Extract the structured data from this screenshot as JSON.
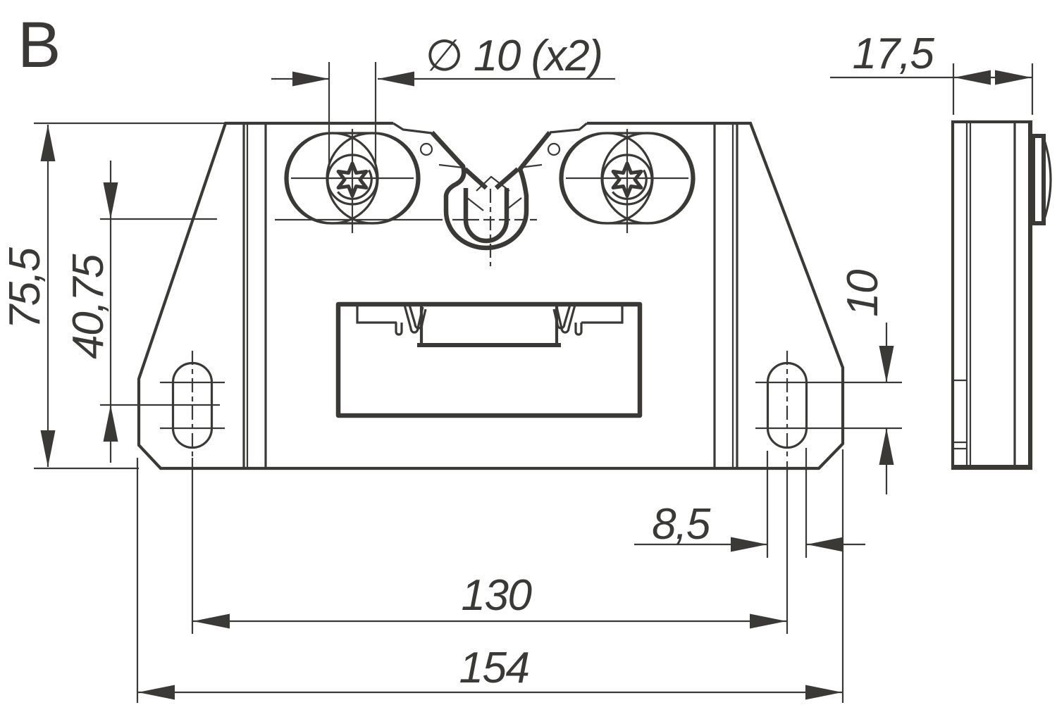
{
  "drawing": {
    "view_label": "B",
    "dimensions": {
      "hole_diameter": "∅ 10 (x2)",
      "thickness": "17,5",
      "overall_height": "75,5",
      "latch_center_to_slot_center": "40,75",
      "slot_hole_pitch": "10",
      "slot_width": "8,5",
      "mounting_hole_spacing": "130",
      "overall_width": "154"
    },
    "colors": {
      "line_color": "#3a3936",
      "background": "#ffffff"
    }
  }
}
